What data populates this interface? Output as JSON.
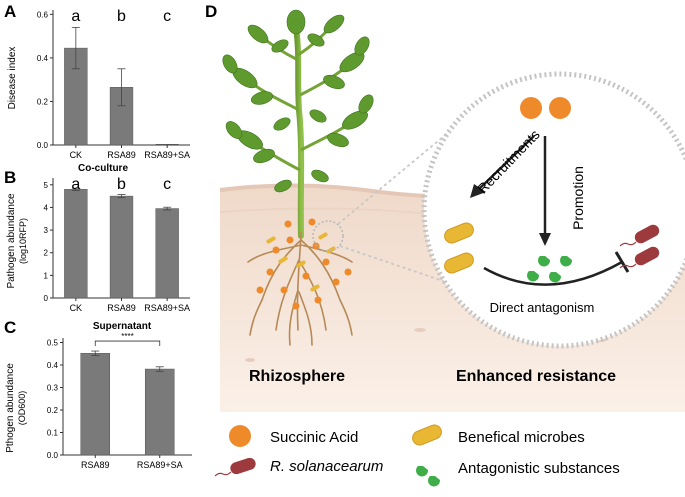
{
  "panel_letters": {
    "a": "A",
    "b": "B",
    "c": "C",
    "d": "D"
  },
  "chart_data": [
    {
      "type": "bar",
      "panel": "A",
      "title": "",
      "ylabel": "Disease index",
      "categories": [
        "CK",
        "RSA89",
        "RSA89+SA"
      ],
      "values": [
        0.445,
        0.265,
        0.0
      ],
      "errors": [
        0.095,
        0.085,
        0.0
      ],
      "letters": [
        "a",
        "b",
        "c"
      ],
      "yticks": [
        "0.0",
        "0.2",
        "0.4",
        "0.6"
      ],
      "ylim": [
        0,
        0.62
      ],
      "bar_color": "#7a7a7a"
    },
    {
      "type": "bar",
      "panel": "B",
      "title": "Co-culture",
      "ylabel_main": "Pathogen abundance",
      "ylabel_sub": "(log10RFP)",
      "categories": [
        "CK",
        "RSA89",
        "RSA89+SA"
      ],
      "values": [
        4.8,
        4.5,
        3.95
      ],
      "errors": [
        0.05,
        0.07,
        0.06
      ],
      "letters": [
        "a",
        "b",
        "c"
      ],
      "yticks": [
        "0",
        "1",
        "2",
        "3",
        "4",
        "5"
      ],
      "ylim": [
        0,
        5.3
      ],
      "bar_color": "#7a7a7a"
    },
    {
      "type": "bar",
      "panel": "C",
      "title": "Supernatant",
      "ylabel_main": "Pthogen abundance",
      "ylabel_sub": "(OD600)",
      "categories": [
        "RSA89",
        "RSA89+SA"
      ],
      "values": [
        0.452,
        0.382
      ],
      "errors": [
        0.01,
        0.01
      ],
      "significance": "****",
      "yticks": [
        "0.0",
        "0.1",
        "0.2",
        "0.3",
        "0.4",
        "0.5"
      ],
      "ylim": [
        0,
        0.52
      ],
      "bar_color": "#7a7a7a"
    }
  ],
  "diagram": {
    "recruitments": "Recruitments",
    "promotion": "Promotion",
    "direct_antagonism": "Direct antagonism",
    "rhizosphere": "Rhizosphere",
    "enhanced_resistance": "Enhanced resistance"
  },
  "legend": {
    "succinic_acid": "Succinic Acid",
    "pathogen": "R. solanacearum",
    "beneficial": "Benefical microbes",
    "antagonistic": "Antagonistic substances"
  },
  "colors": {
    "succinic": "#ee8a2a",
    "microbe": "#e8b733",
    "pathogen": "#9c3a3d",
    "antagonist": "#3fae49",
    "soil": "#f4e0d2",
    "bar": "#7a7a7a"
  }
}
